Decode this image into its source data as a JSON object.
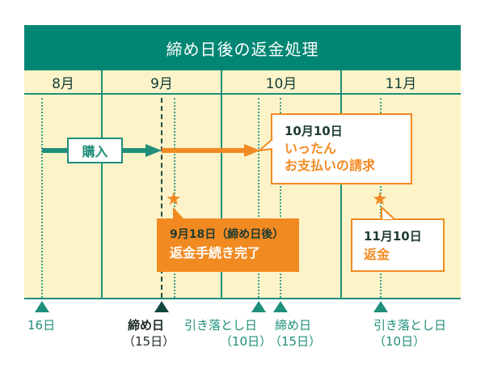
{
  "title": "締め日後の返金処理",
  "months": [
    "8月",
    "9月",
    "10月",
    "11月"
  ],
  "purchase": {
    "label": "購入"
  },
  "callout_billing": {
    "date": "10月10日",
    "line1": "いったん",
    "line2": "お支払いの請求"
  },
  "callout_refund_done": {
    "date": "9月18日（締め日後）",
    "text": "返金手続き完了"
  },
  "callout_refund": {
    "date": "11月10日",
    "text": "返金"
  },
  "markers": [
    {
      "label": "16日",
      "sub": ""
    },
    {
      "label": "締め日",
      "sub": "（15日）"
    },
    {
      "label": "引き落とし日",
      "sub": "（10日）"
    },
    {
      "label": "締め日",
      "sub": "（15日）"
    },
    {
      "label": "引き落とし日",
      "sub": "（10日）"
    }
  ],
  "colors": {
    "teal": "#008673",
    "orange": "#f28a22",
    "cream": "#fdf3c9",
    "dark": "#12493e"
  }
}
